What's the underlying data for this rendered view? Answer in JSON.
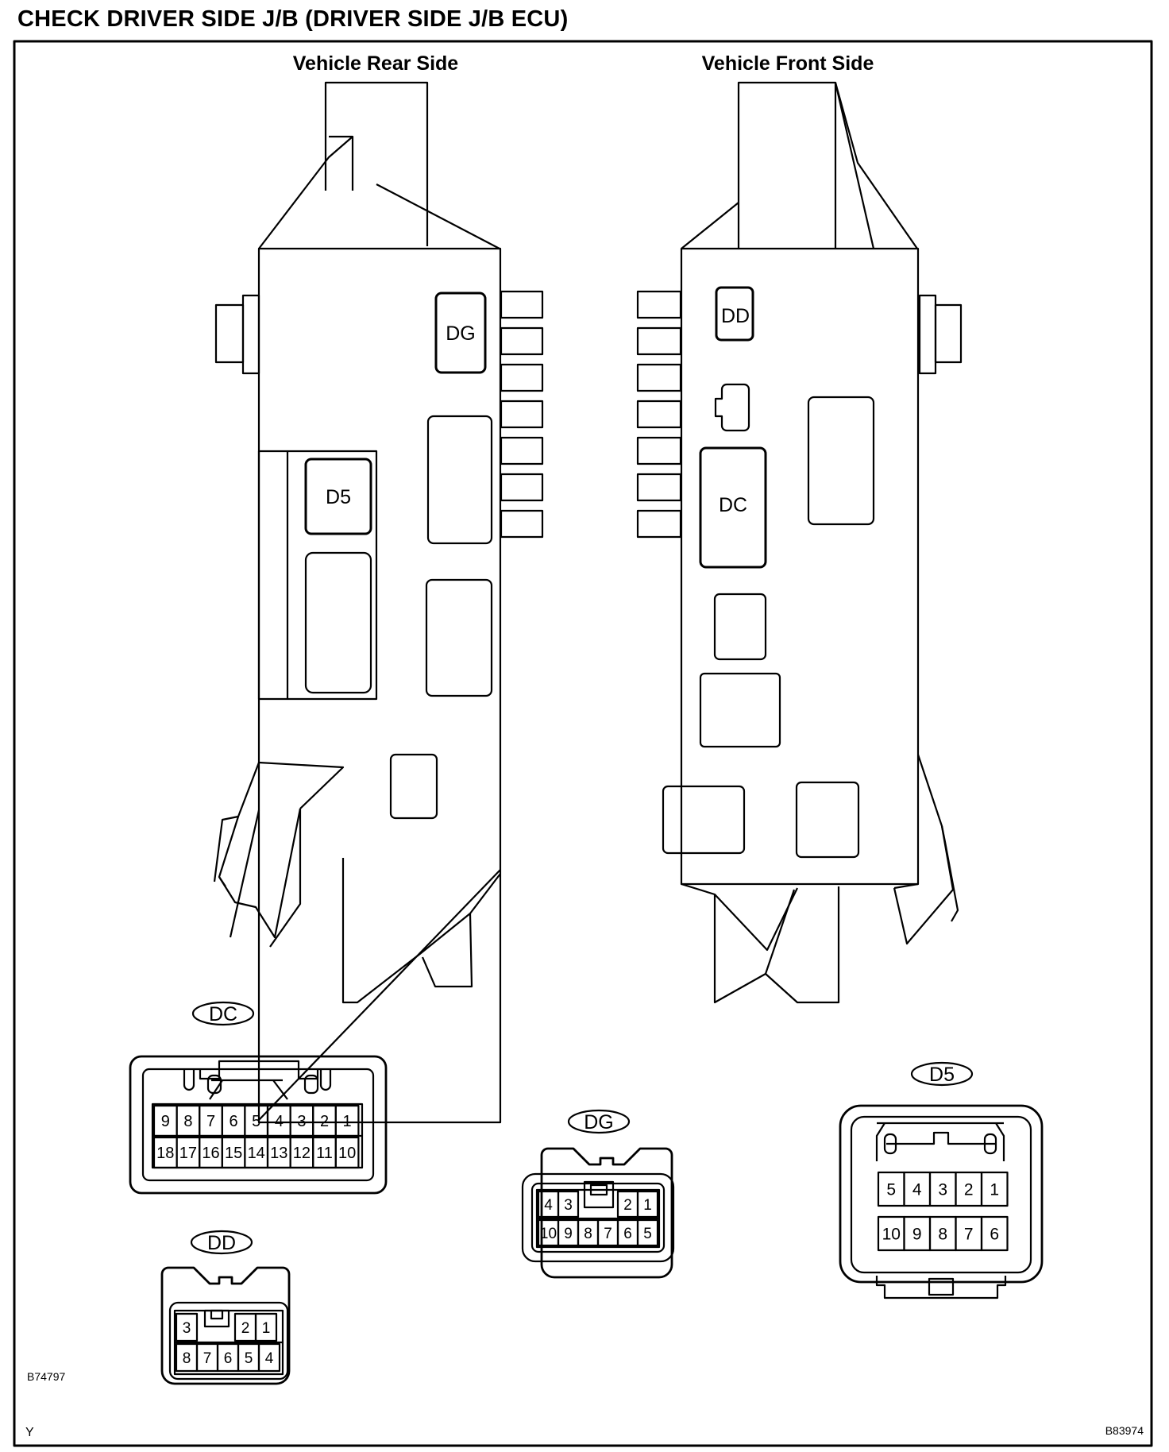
{
  "title": "CHECK DRIVER SIDE J/B   (DRIVER SIDE J/B ECU)",
  "views": {
    "rear": "Vehicle Rear Side",
    "front": "Vehicle Front Side"
  },
  "jb_labels": {
    "dg": "DG",
    "d5": "D5",
    "dd": "DD",
    "dc": "DC"
  },
  "connectors": {
    "dc": {
      "name": "DC",
      "row1": [
        "9",
        "8",
        "7",
        "6",
        "5",
        "4",
        "3",
        "2",
        "1"
      ],
      "row2": [
        "18",
        "17",
        "16",
        "15",
        "14",
        "13",
        "12",
        "11",
        "10"
      ]
    },
    "dg": {
      "name": "DG",
      "row1_left": [
        "4",
        "3"
      ],
      "row1_right": [
        "2",
        "1"
      ],
      "row2": [
        "10",
        "9",
        "8",
        "7",
        "6",
        "5"
      ]
    },
    "dd": {
      "name": "DD",
      "row1_left": [
        "3"
      ],
      "row1_right": [
        "2",
        "1"
      ],
      "row2": [
        "8",
        "7",
        "6",
        "5",
        "4"
      ]
    },
    "d5": {
      "name": "D5",
      "row1": [
        "5",
        "4",
        "3",
        "2",
        "1"
      ],
      "row2": [
        "10",
        "9",
        "8",
        "7",
        "6"
      ]
    }
  },
  "codes": {
    "inner": "B74797",
    "corner": "Y",
    "figure": "B83974"
  }
}
